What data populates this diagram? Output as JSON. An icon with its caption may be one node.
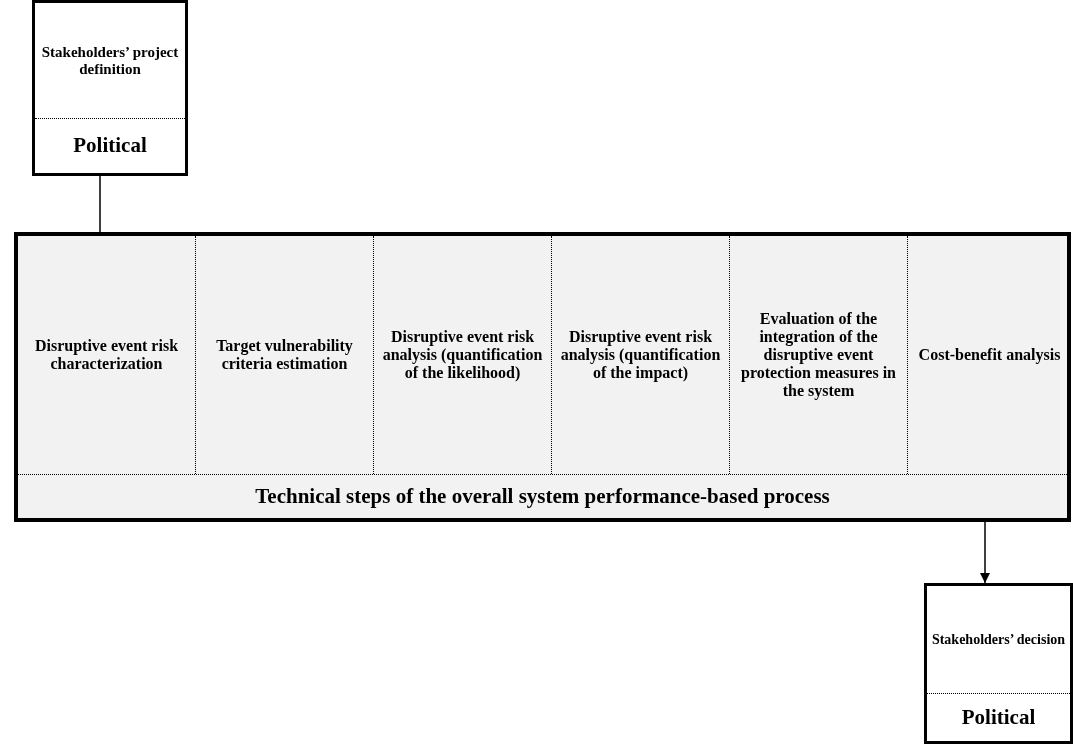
{
  "diagram": {
    "nodes": [
      {
        "text": [
          "Stakeholders’ project definition",
          "Political"
        ]
      },
      {
        "text": [
          "Technical steps of the overall system performance-based process"
        ]
      },
      {
        "text": [
          "Disruptive event risk characterization"
        ],
        "in": 1
      },
      {
        "text": [
          "Target vulnerability criteria estimation"
        ],
        "in": 1
      },
      {
        "text": [
          "Disruptive event risk analysis (quantification of the likelihood)"
        ],
        "in": 1
      },
      {
        "text": [
          "Disruptive event risk analysis (quantification of the impact)"
        ],
        "in": 1
      },
      {
        "text": [
          "Evaluation of the integration of the disruptive event protection measures in the system"
        ],
        "in": 1
      },
      {
        "text": [
          "Cost-benefit analysis"
        ],
        "in": 1
      },
      {
        "text": [
          "Stakeholders’ decision",
          "Political"
        ]
      }
    ],
    "edges": [
      {
        "from": 0,
        "to": 1,
        "arrow": "none"
      },
      {
        "from": 1,
        "to": 8,
        "arrow": "to"
      }
    ]
  }
}
